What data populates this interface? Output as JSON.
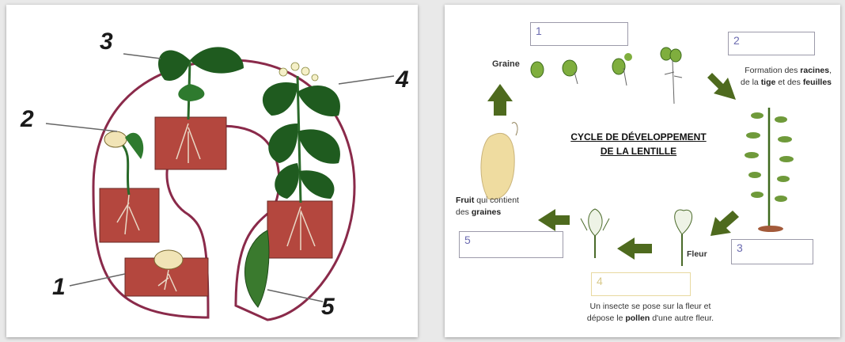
{
  "left": {
    "numbers": [
      "1",
      "2",
      "3",
      "4",
      "5"
    ]
  },
  "right": {
    "title_line1": "CYCLE DE DÉVELOPPEMENT",
    "title_line2": "DE LA LENTILLE",
    "boxes": [
      "1",
      "2",
      "3",
      "4",
      "5"
    ],
    "graine": "Graine",
    "formation_pre": "Formation des ",
    "formation_bold1": "racines",
    "formation_mid": ",",
    "formation_line2_pre": "de la ",
    "formation_bold2": "tige",
    "formation_line2_mid": " et des ",
    "formation_bold3": "feuilles",
    "fleur": "Fleur",
    "insect_line1": "Un insecte se pose sur la fleur et",
    "insect_line2_pre": "dépose le ",
    "insect_bold": "pollen",
    "insect_line2_post": " d'une autre fleur.",
    "fruit_bold": "Fruit",
    "fruit_rest": " qui contient",
    "fruit_line2_pre": "des ",
    "fruit_bold2": "graines"
  },
  "colors": {
    "arrow": "#4e6a1e",
    "soil": "#b4473e",
    "leaf": "#1f5b1f",
    "outline": "#8a2a4a",
    "box_border": "#9c9aaa",
    "box4_border": "#e8d9a0"
  }
}
